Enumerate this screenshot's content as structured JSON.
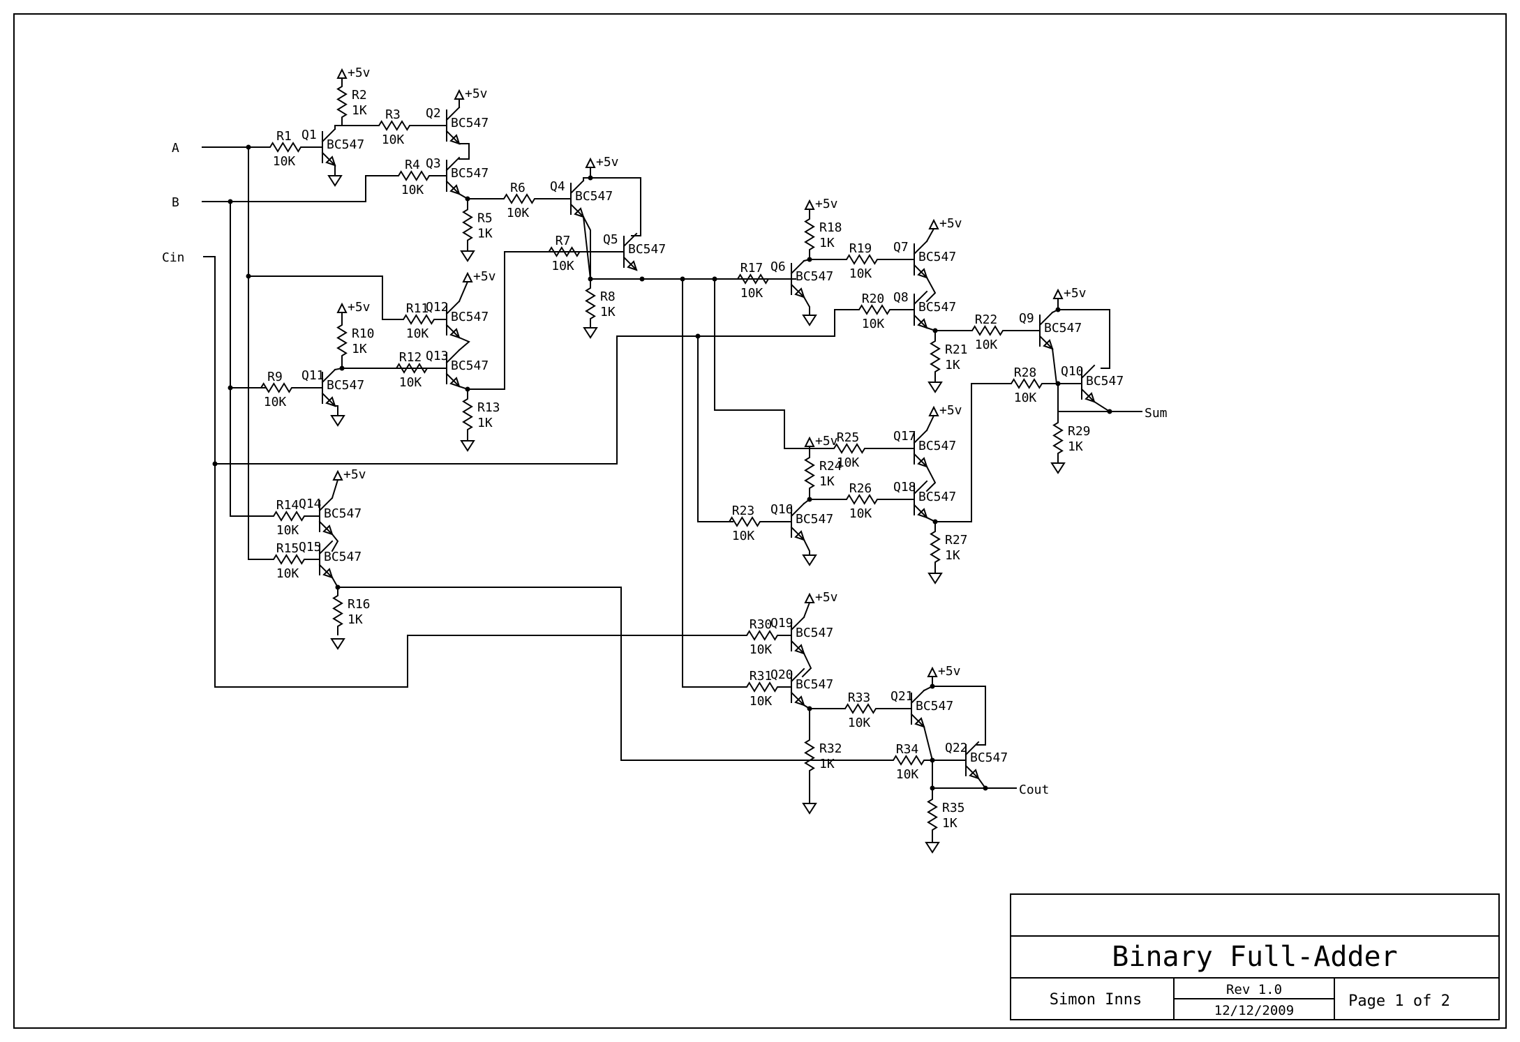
{
  "title_block": {
    "title": "Binary Full-Adder",
    "author": "Simon Inns",
    "revision": "Rev 1.0",
    "date": "12/12/2009",
    "page": "Page 1 of 2"
  },
  "ports": {
    "a": "A",
    "b": "B",
    "cin": "Cin",
    "sum": "Sum",
    "cout": "Cout"
  },
  "supply_label": "+5v",
  "transistors": [
    {
      "ref": "Q1",
      "part": "BC547"
    },
    {
      "ref": "Q2",
      "part": "BC547"
    },
    {
      "ref": "Q3",
      "part": "BC547"
    },
    {
      "ref": "Q4",
      "part": "BC547"
    },
    {
      "ref": "Q5",
      "part": "BC547"
    },
    {
      "ref": "Q6",
      "part": "BC547"
    },
    {
      "ref": "Q7",
      "part": "BC547"
    },
    {
      "ref": "Q8",
      "part": "BC547"
    },
    {
      "ref": "Q9",
      "part": "BC547"
    },
    {
      "ref": "Q10",
      "part": "BC547"
    },
    {
      "ref": "Q11",
      "part": "BC547"
    },
    {
      "ref": "Q12",
      "part": "BC547"
    },
    {
      "ref": "Q13",
      "part": "BC547"
    },
    {
      "ref": "Q14",
      "part": "BC547"
    },
    {
      "ref": "Q15",
      "part": "BC547"
    },
    {
      "ref": "Q16",
      "part": "BC547"
    },
    {
      "ref": "Q17",
      "part": "BC547"
    },
    {
      "ref": "Q18",
      "part": "BC547"
    },
    {
      "ref": "Q19",
      "part": "BC547"
    },
    {
      "ref": "Q20",
      "part": "BC547"
    },
    {
      "ref": "Q21",
      "part": "BC547"
    },
    {
      "ref": "Q22",
      "part": "BC547"
    }
  ],
  "resistors": [
    {
      "ref": "R1",
      "value": "10K"
    },
    {
      "ref": "R2",
      "value": "1K"
    },
    {
      "ref": "R3",
      "value": "10K"
    },
    {
      "ref": "R4",
      "value": "10K"
    },
    {
      "ref": "R5",
      "value": "1K"
    },
    {
      "ref": "R6",
      "value": "10K"
    },
    {
      "ref": "R7",
      "value": "10K"
    },
    {
      "ref": "R8",
      "value": "1K"
    },
    {
      "ref": "R9",
      "value": "10K"
    },
    {
      "ref": "R10",
      "value": "1K"
    },
    {
      "ref": "R11",
      "value": "10K"
    },
    {
      "ref": "R12",
      "value": "10K"
    },
    {
      "ref": "R13",
      "value": "1K"
    },
    {
      "ref": "R14",
      "value": "10K"
    },
    {
      "ref": "R15",
      "value": "10K"
    },
    {
      "ref": "R16",
      "value": "1K"
    },
    {
      "ref": "R17",
      "value": "10K"
    },
    {
      "ref": "R18",
      "value": "1K"
    },
    {
      "ref": "R19",
      "value": "10K"
    },
    {
      "ref": "R20",
      "value": "10K"
    },
    {
      "ref": "R21",
      "value": "1K"
    },
    {
      "ref": "R22",
      "value": "10K"
    },
    {
      "ref": "R23",
      "value": "10K"
    },
    {
      "ref": "R24",
      "value": "1K"
    },
    {
      "ref": "R25",
      "value": "10K"
    },
    {
      "ref": "R26",
      "value": "10K"
    },
    {
      "ref": "R27",
      "value": "1K"
    },
    {
      "ref": "R28",
      "value": "10K"
    },
    {
      "ref": "R29",
      "value": "1K"
    },
    {
      "ref": "R30",
      "value": "10K"
    },
    {
      "ref": "R31",
      "value": "10K"
    },
    {
      "ref": "R32",
      "value": "1K"
    },
    {
      "ref": "R33",
      "value": "10K"
    },
    {
      "ref": "R34",
      "value": "10K"
    },
    {
      "ref": "R35",
      "value": "1K"
    }
  ]
}
